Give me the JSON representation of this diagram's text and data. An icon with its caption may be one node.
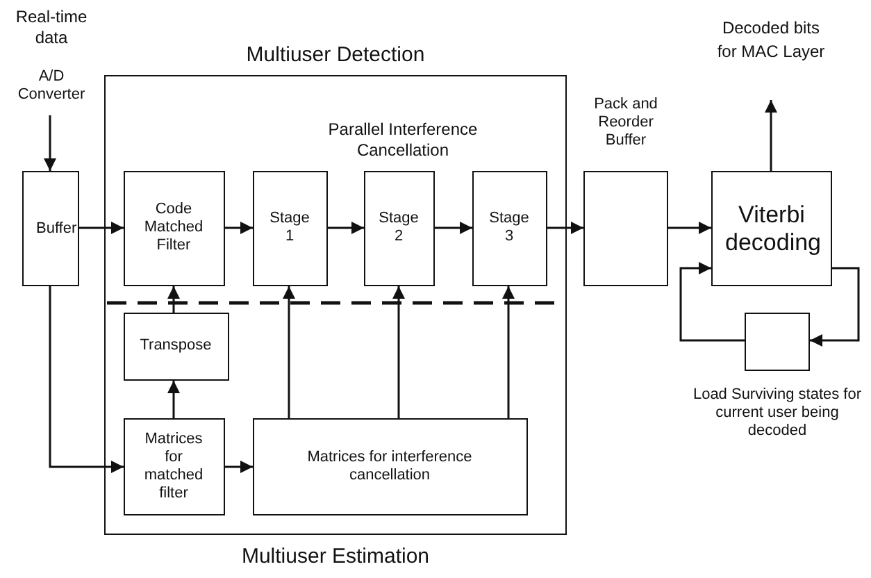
{
  "diagram": {
    "nodes": [
      {
        "text": [
          "Multiuser Detection",
          "Multiuser Estimation"
        ]
      },
      {
        "text": [
          "Real-time data",
          "A/D Converter"
        ]
      },
      {
        "text": [
          "Buffer"
        ]
      },
      {
        "text": [
          "Code Matched Filter"
        ],
        "in": 0
      },
      {
        "text": [
          "Stage 1"
        ],
        "in": 0
      },
      {
        "text": [
          "Stage 2"
        ],
        "in": 0
      },
      {
        "text": [
          "Stage 3"
        ],
        "in": 0
      },
      {
        "text": [
          "Pack and Reorder Buffer"
        ]
      },
      {
        "text": [
          "Viterbi decoding"
        ]
      },
      {
        "text": [
          "Decoded bits for MAC Layer"
        ]
      },
      {
        "text": [
          "Load Surviving states for current user being decoded"
        ]
      },
      {
        "text": [
          "Transpose"
        ],
        "in": 0
      },
      {
        "text": [
          "Matrices for matched filter"
        ],
        "in": 0
      },
      {
        "text": [
          "Matrices for interference cancellation"
        ],
        "in": 0
      }
    ],
    "edges": [
      {
        "from": 1,
        "to": 2,
        "arrow": "to"
      },
      {
        "from": 2,
        "to": 3,
        "arrow": "to"
      },
      {
        "from": 3,
        "to": 4,
        "arrow": "to"
      },
      {
        "from": 4,
        "to": 5,
        "arrow": "to"
      },
      {
        "from": 5,
        "to": 6,
        "arrow": "to"
      },
      {
        "from": 6,
        "to": 7,
        "arrow": "to"
      },
      {
        "from": 7,
        "to": 8,
        "arrow": "to"
      },
      {
        "from": 8,
        "to": 9,
        "arrow": "to"
      },
      {
        "from": 8,
        "to": 10,
        "arrow": "to"
      },
      {
        "from": 10,
        "to": 8,
        "arrow": "to"
      },
      {
        "from": 2,
        "to": 12,
        "arrow": "to"
      },
      {
        "from": 12,
        "to": 11,
        "arrow": "to"
      },
      {
        "from": 11,
        "to": 3,
        "arrow": "to"
      },
      {
        "from": 12,
        "to": 13,
        "arrow": "to"
      },
      {
        "from": 13,
        "to": 4,
        "arrow": "to"
      },
      {
        "from": 13,
        "to": 5,
        "arrow": "to"
      },
      {
        "from": 13,
        "to": 6,
        "arrow": "to"
      }
    ],
    "labels": [
      "Parallel Interference Cancellation"
    ]
  }
}
